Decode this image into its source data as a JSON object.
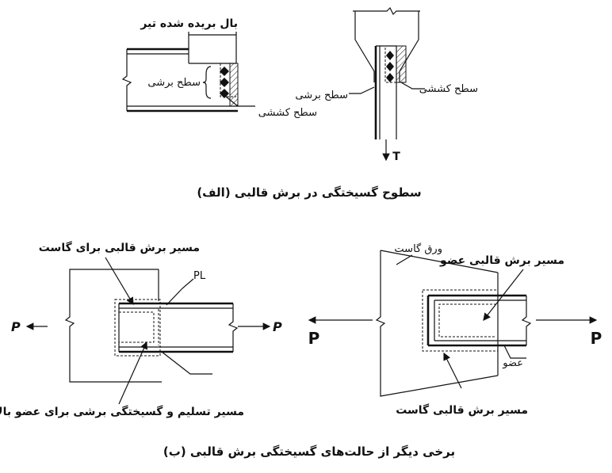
{
  "part_a": {
    "beam_label": "بال بریده شده تیر",
    "shear_plane_left": "سطح برشی",
    "tension_plane_left": "سطح کششی",
    "shear_plane_right": "سطح برشی",
    "tension_plane_right": "سطح کششی",
    "force_label": "T",
    "caption": "(الف) سطوح گسیختگی در برش قالبی"
  },
  "part_b": {
    "gusset_path_top": "مسیر برش قالبی برای گاست",
    "plate_label": "PL",
    "yield_path": "مسیر تسلیم و گسیختگی برشی برای عضو  بالایی",
    "force_left": "P",
    "force_right": "P",
    "gusset_sheet": "ورق گاست",
    "member_path": "مسیر برش قالبی عضو",
    "member_label": "عضو",
    "gusset_path_bottom": "مسیر برش قالبی گاست",
    "force_big_left": "P",
    "force_big_right": "P",
    "caption": "(ب) برخی دیگر از حالت‌های گسیختگی برش قالبی"
  }
}
